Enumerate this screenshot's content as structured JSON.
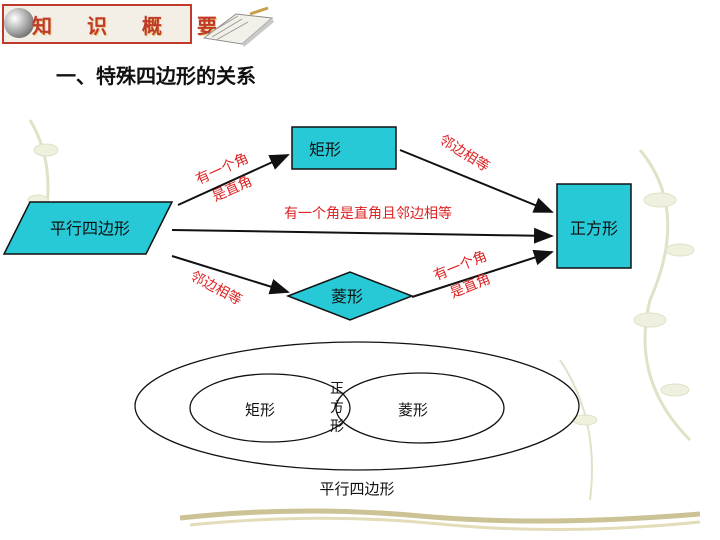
{
  "header": {
    "title": "知 识 概 要",
    "icons": [
      "globe-icon",
      "book-icon"
    ]
  },
  "section_title": "一、特殊四边形的关系",
  "diagram": {
    "nodes": {
      "parallelogram": "平行四边形",
      "rectangle": "矩形",
      "rhombus": "菱形",
      "square": "正方形"
    },
    "edges": {
      "para_to_rect": [
        "有一个角",
        "是直角"
      ],
      "rect_to_square": "邻边相等",
      "para_to_square": "有一个角是直角且邻边相等",
      "para_to_rhombus": "邻边相等",
      "rhombus_to_square": [
        "有一个角",
        "是直角"
      ]
    },
    "colors": {
      "fill": "#27c9d6",
      "edge_text": "#dd2222",
      "stroke": "#111111"
    }
  },
  "venn": {
    "outer": "平行四边形",
    "left": "矩形",
    "right": "菱形",
    "center": [
      "正",
      "方",
      "形"
    ]
  }
}
